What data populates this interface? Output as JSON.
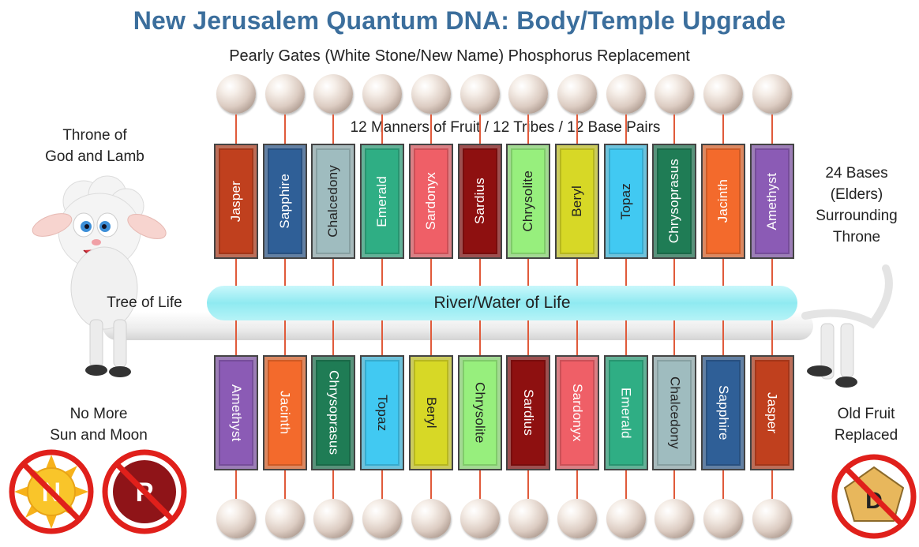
{
  "header": {
    "title": "New Jerusalem Quantum DNA: Body/Temple Upgrade",
    "subtitle": "Pearly Gates (White Stone/New Name) Phosphorus Replacement"
  },
  "fruit_label": "12 Manners of Fruit / 12 Tribes / 12 Base Pairs",
  "labels": {
    "throne_line1": "Throne of",
    "throne_line2": "God and Lamb",
    "tree_of_life": "Tree of Life",
    "river": "River/Water of Life",
    "bases_line1": "24 Bases",
    "bases_line2": "(Elders)",
    "bases_line3": "Surrounding",
    "bases_line4": "Throne",
    "sun_moon_line1": "No More",
    "sun_moon_line2": "Sun and Moon",
    "old_fruit_line1": "Old Fruit",
    "old_fruit_line2": "Replaced"
  },
  "badges": {
    "n_letter": "N",
    "p_letter": "P",
    "d_letter": "D"
  },
  "top_stones": [
    {
      "name": "Jasper",
      "color": "#c0401e"
    },
    {
      "name": "Sapphire",
      "color": "#2f5f97"
    },
    {
      "name": "Chalcedony",
      "color": "#9fbcbf"
    },
    {
      "name": "Emerald",
      "color": "#2fae84"
    },
    {
      "name": "Sardonyx",
      "color": "#ef5f67"
    },
    {
      "name": "Sardius",
      "color": "#8e1010"
    },
    {
      "name": "Chrysolite",
      "color": "#97ef7d"
    },
    {
      "name": "Beryl",
      "color": "#d7d826"
    },
    {
      "name": "Topaz",
      "color": "#41c9f2"
    },
    {
      "name": "Chrysoprasus",
      "color": "#1f7c55"
    },
    {
      "name": "Jacinth",
      "color": "#f36a2c"
    },
    {
      "name": "Amethyst",
      "color": "#8b5bb5"
    }
  ],
  "bottom_stones": [
    {
      "name": "Amethyst",
      "color": "#8b5bb5"
    },
    {
      "name": "Jacinth",
      "color": "#f36a2c"
    },
    {
      "name": "Chrysoprasus",
      "color": "#1f7c55"
    },
    {
      "name": "Topaz",
      "color": "#41c9f2"
    },
    {
      "name": "Beryl",
      "color": "#d7d826"
    },
    {
      "name": "Chrysolite",
      "color": "#97ef7d"
    },
    {
      "name": "Sardius",
      "color": "#8e1010"
    },
    {
      "name": "Sardonyx",
      "color": "#ef5f67"
    },
    {
      "name": "Emerald",
      "color": "#2fae84"
    },
    {
      "name": "Chalcedony",
      "color": "#9fbcbf"
    },
    {
      "name": "Sapphire",
      "color": "#2f5f97"
    },
    {
      "name": "Jasper",
      "color": "#c0401e"
    }
  ],
  "colors": {
    "title": "#3b6e9c",
    "connector": "#e05a3a",
    "river": "#8feaf1",
    "prohibition": "#e0201b"
  }
}
